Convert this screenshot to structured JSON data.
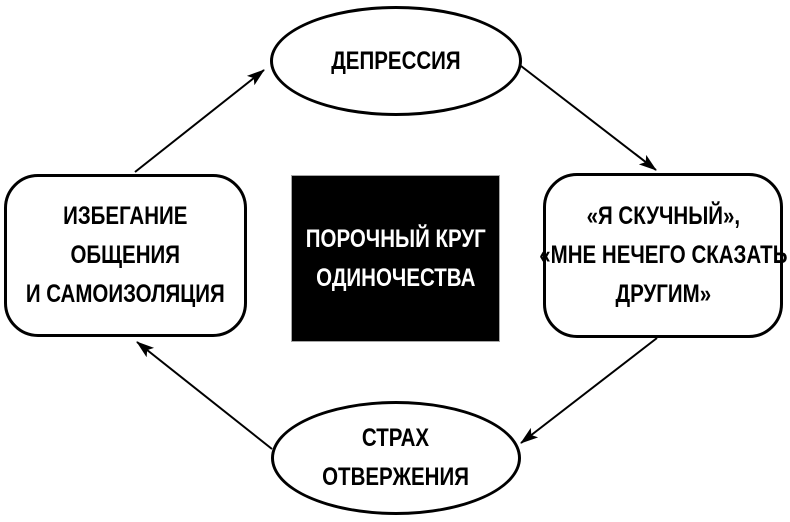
{
  "colors": {
    "ink": "#000000",
    "paper": "#ffffff",
    "center_background": "#000000",
    "center_text": "#ffffff"
  },
  "center": {
    "lines": [
      "ПОРОЧНЫЙ КРУГ",
      "ОДИНОЧЕСТВА"
    ]
  },
  "nodes": {
    "depression": {
      "shape": "ellipse",
      "lines": [
        "ДЕПРЕССИЯ"
      ]
    },
    "self_talk": {
      "shape": "rounded-rect",
      "lines": [
        "«Я СКУЧНЫЙ»,",
        "«МНЕ НЕЧЕГО СКАЗАТЬ",
        "ДРУГИМ»"
      ]
    },
    "fear": {
      "shape": "ellipse",
      "lines": [
        "СТРАХ",
        "ОТВЕРЖЕНИЯ"
      ]
    },
    "avoidance": {
      "shape": "rounded-rect",
      "lines": [
        "ИЗБЕГАНИЕ",
        "ОБЩЕНИЯ",
        "И САМОИЗОЛЯЦИЯ"
      ]
    }
  },
  "edges": [
    {
      "from": "avoidance",
      "to": "depression"
    },
    {
      "from": "depression",
      "to": "self_talk"
    },
    {
      "from": "self_talk",
      "to": "fear"
    },
    {
      "from": "fear",
      "to": "avoidance"
    }
  ]
}
